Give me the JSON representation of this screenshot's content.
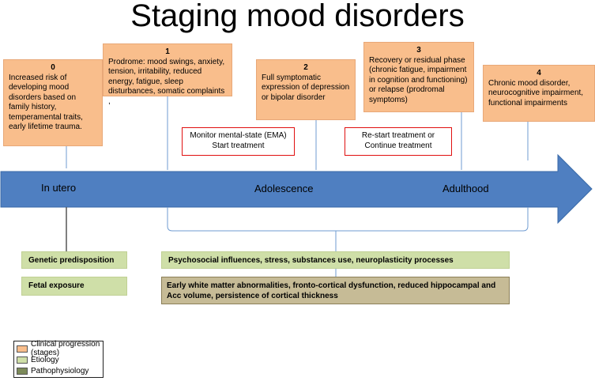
{
  "title": "Staging mood disorders",
  "stages": [
    {
      "num": "0",
      "text": "Increased risk of developing mood disorders based on family history, temperamental traits, early lifetime trauma."
    },
    {
      "num": "1",
      "text": "Prodrome: mood swings, anxiety, tension, irritability, reduced energy, fatigue, sleep disturbances, somatic complaints ,"
    },
    {
      "num": "2",
      "text": "Full symptomatic expression of depression or bipolar disorder"
    },
    {
      "num": "3",
      "text": "Recovery or residual phase (chronic fatigue, impairment in cognition and functioning)  or relapse (prodromal symptoms)"
    },
    {
      "num": "4",
      "text": "Chronic mood disorder, neurocognitive impairment, functional impairments"
    }
  ],
  "actions": [
    {
      "line1": "Monitor mental-state (EMA)",
      "line2": "Start treatment"
    },
    {
      "line1": "Re-start treatment or",
      "line2": "Continue treatment"
    }
  ],
  "timeline": {
    "in_utero": "In utero",
    "adolescence": "Adolescence",
    "adulthood": "Adulthood"
  },
  "etiology": {
    "genetic": "Genetic predisposition",
    "fetal": "Fetal exposure",
    "psychosocial": "Psychosocial influences, stress, substances use, neuroplasticity processes"
  },
  "pathophysiology": {
    "text": "Early white matter abnormalities, fronto-cortical dysfunction, reduced hippocampal and Acc volume, persistence of cortical thickness"
  },
  "legend": {
    "items": [
      {
        "label": "Clinical progression (stages)",
        "color": "#f9be8c"
      },
      {
        "label": "Etiology",
        "color": "#cfdfa8"
      },
      {
        "label": "Pathophysiology",
        "color": "#7c8a5a"
      }
    ]
  },
  "colors": {
    "arrow": "#4f7fc1",
    "stage": "#f9be8c",
    "etiology": "#cfdfa8",
    "pathophysiology": "#c6bb96",
    "connector": "#6f9bd1"
  }
}
